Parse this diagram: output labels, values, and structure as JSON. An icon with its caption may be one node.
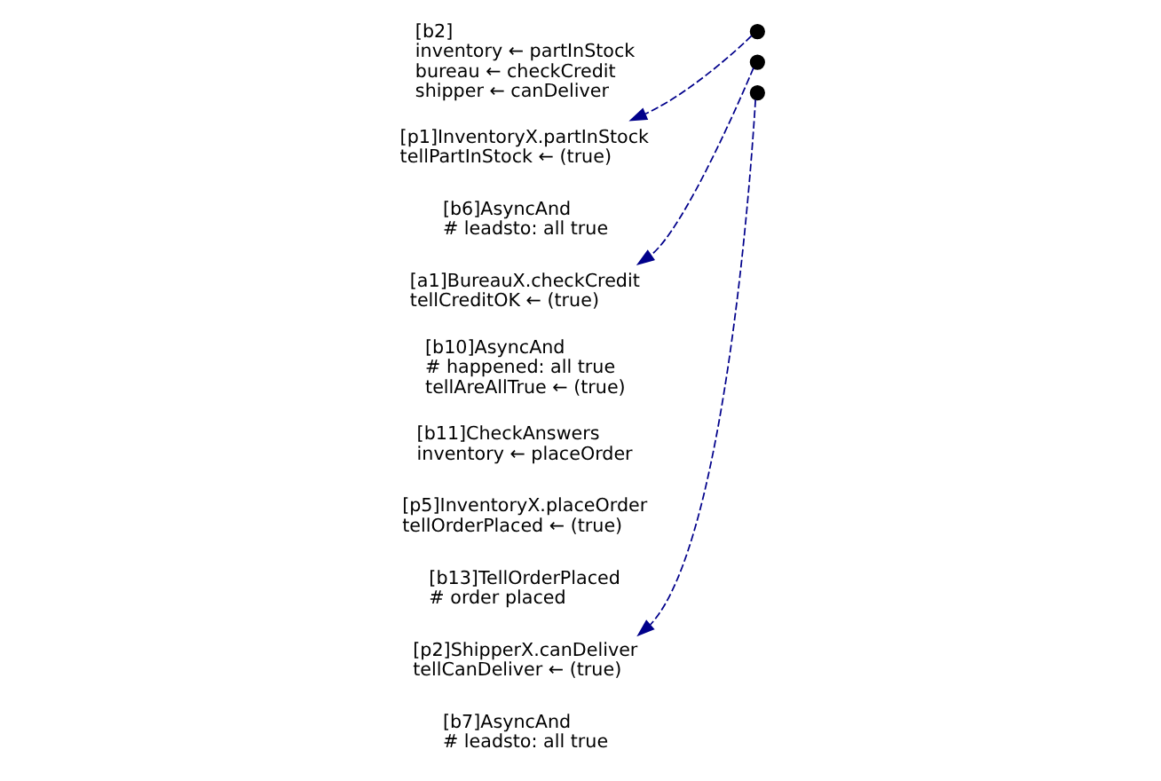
{
  "diagram": {
    "nodes": [
      {
        "text": [
          "[b2]",
          "inventory ← partInStock",
          "bureau ← checkCredit",
          "shipper ← canDeliver"
        ]
      },
      {
        "text": [],
        "shape": "circle"
      },
      {
        "text": [],
        "shape": "circle"
      },
      {
        "text": [],
        "shape": "circle"
      },
      {
        "text": [
          "[p1]InventoryX.partInStock",
          "tellPartInStock ← (true)"
        ]
      },
      {
        "text": [
          "[b6]AsyncAnd",
          "# leadsto: all true"
        ]
      },
      {
        "text": [
          "[a1]BureauX.checkCredit",
          "tellCreditOK ← (true)"
        ]
      },
      {
        "text": [
          "[b10]AsyncAnd",
          "# happened: all true",
          "tellAreAllTrue ← (true)"
        ]
      },
      {
        "text": [
          "[b11]CheckAnswers",
          "inventory ← placeOrder"
        ]
      },
      {
        "text": [
          "[p5]InventoryX.placeOrder",
          "tellOrderPlaced ← (true)"
        ]
      },
      {
        "text": [
          "[b13]TellOrderPlaced",
          "# order placed"
        ]
      },
      {
        "text": [
          "[p2]ShipperX.canDeliver",
          "tellCanDeliver ← (true)"
        ]
      },
      {
        "text": [
          "[b7]AsyncAnd",
          "# leadsto: all true"
        ]
      }
    ],
    "edges": [
      {
        "from": 1,
        "to": 4,
        "arrow": "to",
        "style": "dashed",
        "color": "#00008b"
      },
      {
        "from": 2,
        "to": 6,
        "arrow": "to",
        "style": "dashed",
        "color": "#00008b"
      },
      {
        "from": 3,
        "to": 11,
        "arrow": "to",
        "style": "dashed",
        "color": "#00008b"
      }
    ]
  }
}
